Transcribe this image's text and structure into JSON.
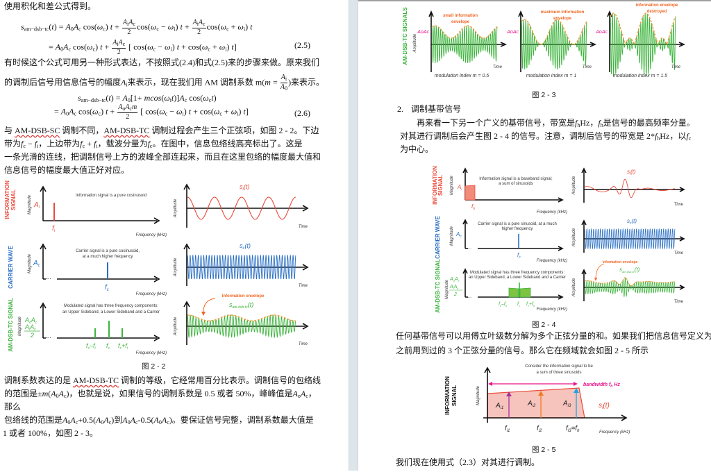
{
  "left_page": {
    "intro": "使用积化和差公式得到。",
    "eq25": {
      "line1": "{s}_{am−dsb−tc}({t}) = {A}_{0}{A}_{c} cos({ω}_{c}) {t} + [[{A}_{i}{A}_{c}|2]]cos({ω}_{c} − {ω}_{i}) {t} + [[{A}_{i}{A}_{c}|2]]cos({ω}_{c} + {ω}_{i}) {t}",
      "line2": "= {A}_{0}{A}_{c} cos({ω}_{c}) {t} + [[{A}_{i}{A}_{c}|2]] [ cos({ω}_{c} − {ω}_{i}) {t} + cos({ω}_{c} + {ω}_{i}) {t}]",
      "number": "(2.5)"
    },
    "para1": [
      "有时候这个公式可用另一种形式表达，不按照式(2.4)和式(2.5)来的步骤来做。原来我们",
      "的调制后信号用信息信号的幅度{A}_{i}来表示，现在我们用 AM 调制系数 m({m} = [[{A}_{i}|{A}_{0}]])来表示。"
    ],
    "eq26": {
      "line1": "{s}_{am−dsb−tc}({t}) = {A}_{0}[1+ {mcos}({ω}_{i}{t})]{A}_{c} cos({ω}_{c}{t})",
      "line2": "= {A}_{0}{A}_{c} cos({ω}_{c}) {t} + [[{A}_{o}{A}_{c}{m}|2]] [ cos({ω}_{c} − {ω}_{i}) {t} + cos({ω}_{c} + {ω}_{i}) {t}]",
      "number": "(2.6)"
    },
    "para2": [
      "与 <u class=\"wavy\">AM-DSB-SC</u> 调制不同，<u class=\"wavy\">AM-DSB-TC</u> 调制过程会产生三个正弦项，如图 2 - 2。下边",
      "带为{f}_{c} − {f}_{i}，上边带为{f}_{c} + {f}_{i}，载波分量为{f}_{c}。在图中，信息包络线高亮标出了。这是",
      "一条光滑的连线，把调制信号上方的波峰全部连起来，而且在这里包络的幅度最大值和",
      "信息信号的幅度最大值正好对应。"
    ],
    "fig22": {
      "caption": "图 2 - 2",
      "side_info": "INFORMATION",
      "side_info2": "SIGNAL",
      "side_carrier": "CARRIER WAVE",
      "side_am": "AM-DSB-TC SIGNAL",
      "magnitude": "Magnitude",
      "amplitude": "Amplitude",
      "frequency": "Frequency (kHz)",
      "time": "Time",
      "info_note": "Information signal is a pure cosinusoid",
      "carrier_note1": "Carrier signal is a pure cosinusoid,",
      "carrier_note2": "at a much higher frequency",
      "am_note1": "Modulated signal has three frequency components:",
      "am_note2": "an Upper Sideband, a Lower Sideband and a Carrier",
      "envelope_label": "information envelope",
      "A_i": "A",
      "A_i_sub": "i",
      "A_c": "A",
      "A_c_sub": "c",
      "f_i": "f",
      "f_i_sub": "i",
      "f_c": "f",
      "f_c_sub": "c",
      "s_i": "s",
      "s_i_sub": "i",
      "s_c": "s",
      "s_c_sub": "c",
      "s_am": "s",
      "s_am_sub": "am-dsb-tc",
      "t_arg": "(t)",
      "A0Ac": "A",
      "A0Ac_sub1": "o",
      "A0Ac_2": "A",
      "A0Ac_sub2": "c",
      "AiAc_half_den": "2",
      "lsb": "f",
      "lsb_tail": "–f",
      "usb_tail": "+f"
    },
    "para3": [
      "调制系数表达的是 <u class=\"wavy\">AM-DSB-TC</u> 调制的等级，它经常用百分比表示。调制信号的包络线",
      "的范围是±{m}({A}_{0}{A}_{c})，也就是说，如果信号的调制系数是 0.5 或者 50%，峰峰值是{A}_{o}{A}_{c}，",
      "那么",
      "包络线的范围是{A}_{0}{A}_{c}+0.5({A}_{0}{A}_{c})到{A}_{0}{A}_{c}-0.5({A}_{0}{A}_{c})。要保证信号完整，调制系数最大值是",
      "1 或者 100%，如图 2 - 3。"
    ]
  },
  "right_page": {
    "fig23": {
      "caption": "图 2 - 3",
      "side": "AM-DSB-TC SIGNALS",
      "amplitude": "Amplitude",
      "time": "Time",
      "level_label": "A",
      "panels": [
        {
          "m": 0.5,
          "caption": "modulation index m = 0.5",
          "note1": "small information",
          "note2": "envelope"
        },
        {
          "m": 1,
          "caption": "modulation index m = 1",
          "note1": "maximum information",
          "note2": "envelope"
        },
        {
          "m": 1.5,
          "caption": "modulation index m = 1.5",
          "note1": "information envelope",
          "note2": "destroyed"
        }
      ]
    },
    "section_number": "2.",
    "section_title": "调制基带信号",
    "para1": [
      "再来看一下另一个广义的基带信号，带宽是{f}_{h}Hz，{f}_{h}是信号的最高频率分量。",
      "对其进行调制后会产生图 2 - 4 的信号。注意，调制后信号的带宽是 2*{f}_{h}Hz，以{f}_{c}",
      "为中心。"
    ],
    "fig24": {
      "caption": "图 2 - 4",
      "side_info": "INFORMATION",
      "side_info2": "SIGNAL",
      "side_carrier": "CARRIER WAVE",
      "side_am": "AM-DSB-TC SIGNAL",
      "magnitude": "Magnitude",
      "amplitude": "Amplitude",
      "frequency": "Frequency (kHz)",
      "time": "Time",
      "info_note1": "Information signal is a baseband signal;",
      "info_note2": "a sum of sinusoids",
      "carrier_note1": "Carrier signal is a pure sinusoid, at a much",
      "carrier_note2": "higher frequency",
      "am_note1": "Modulated signal has three frequency components:",
      "am_note2": "an Upper Sideband, a Lower Sideband and a Carrier",
      "envelope_label": "information envelope",
      "f_h_label": "h"
    },
    "para2": [
      "任何基带信号可以用傅立叶级数分解为多个正弦分量的和。如果我们把信息信号定义为",
      "之前用到过的 3 个正弦分量的信号。那么它在频域就会如图 2 - 5 所示"
    ],
    "fig25": {
      "caption": "图 2 - 5",
      "side1": "INFORMATION",
      "side2": "SIGNAL",
      "note1": "Consider the information signal to be",
      "note2": "a sum of three sinusoids",
      "bandwidth": "bandwidth f",
      "bandwidth_sub": "h",
      "bandwidth_unit": " Hz",
      "magnitude": "Magnitude",
      "frequency": "Frequency (kHz)",
      "components": [
        "i1",
        "i2",
        "i3"
      ],
      "f3_suffix": "=f",
      "f3_suffix_sub": "h",
      "colors": {
        "c1": "#a8309a",
        "c2": "#f07a20",
        "c3": "#1aa6e6",
        "bandwidth": "#e8148a",
        "fill": "#f6c4bc",
        "outline": "#ea4a3a"
      }
    },
    "para3": "我们现在使用式（2.3）对其进行调制。"
  },
  "colors": {
    "info": "#ea4a3a",
    "carrier": "#2a6fc4",
    "am": "#3cb43c",
    "envelope": "#f59a3a",
    "annotation": "#f26522",
    "level": "#e8148a"
  }
}
